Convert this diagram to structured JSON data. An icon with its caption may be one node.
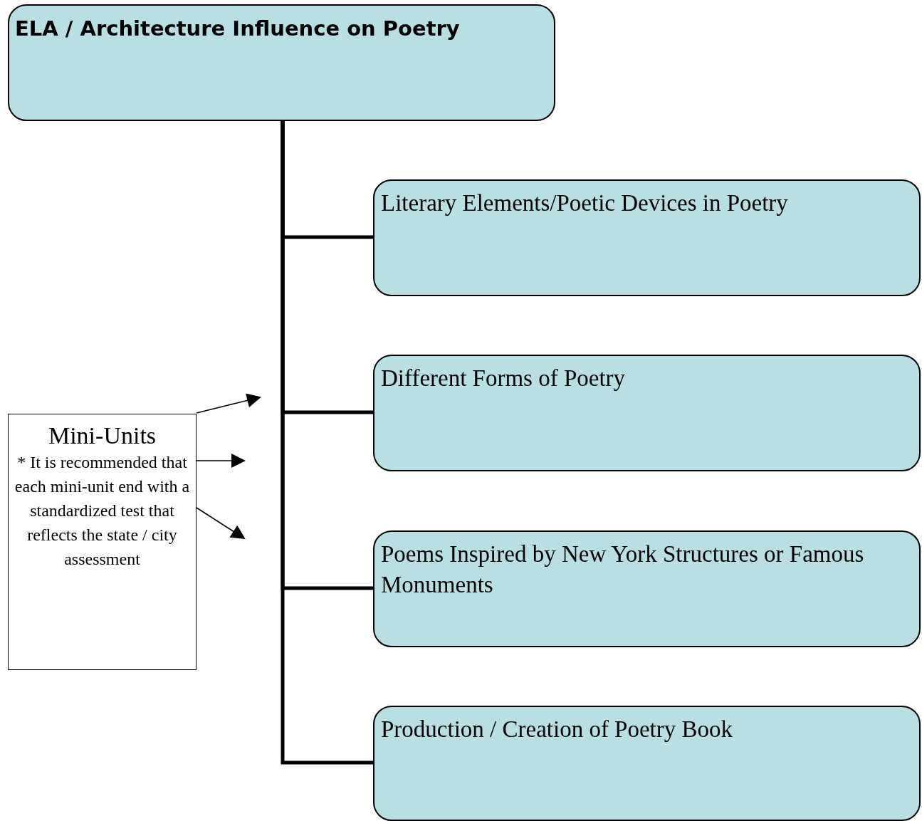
{
  "diagram": {
    "nodes": [
      {
        "text": [
          "ELA / Architecture Influence on Poetry"
        ]
      },
      {
        "text": [
          "Literary Elements/Poetic Devices in Poetry"
        ]
      },
      {
        "text": [
          "Different Forms of Poetry"
        ]
      },
      {
        "text": [
          "Poems Inspired by New York Structures or Famous Monuments"
        ]
      },
      {
        "text": [
          "Production / Creation of Poetry Book"
        ]
      },
      {
        "text": [
          "Mini-Units",
          "* It is recommended that each mini-unit end with a standardized test that reflects the state / city assessment"
        ]
      }
    ],
    "edges": [
      {
        "from": 0,
        "to": 1,
        "arrow": "none"
      },
      {
        "from": 0,
        "to": 2,
        "arrow": "none"
      },
      {
        "from": 0,
        "to": 3,
        "arrow": "none"
      },
      {
        "from": 0,
        "to": 4,
        "arrow": "none"
      },
      {
        "from": 5,
        "to": null,
        "arrow": "to"
      },
      {
        "from": 5,
        "to": null,
        "arrow": "to"
      },
      {
        "from": 5,
        "to": null,
        "arrow": "to"
      }
    ]
  }
}
